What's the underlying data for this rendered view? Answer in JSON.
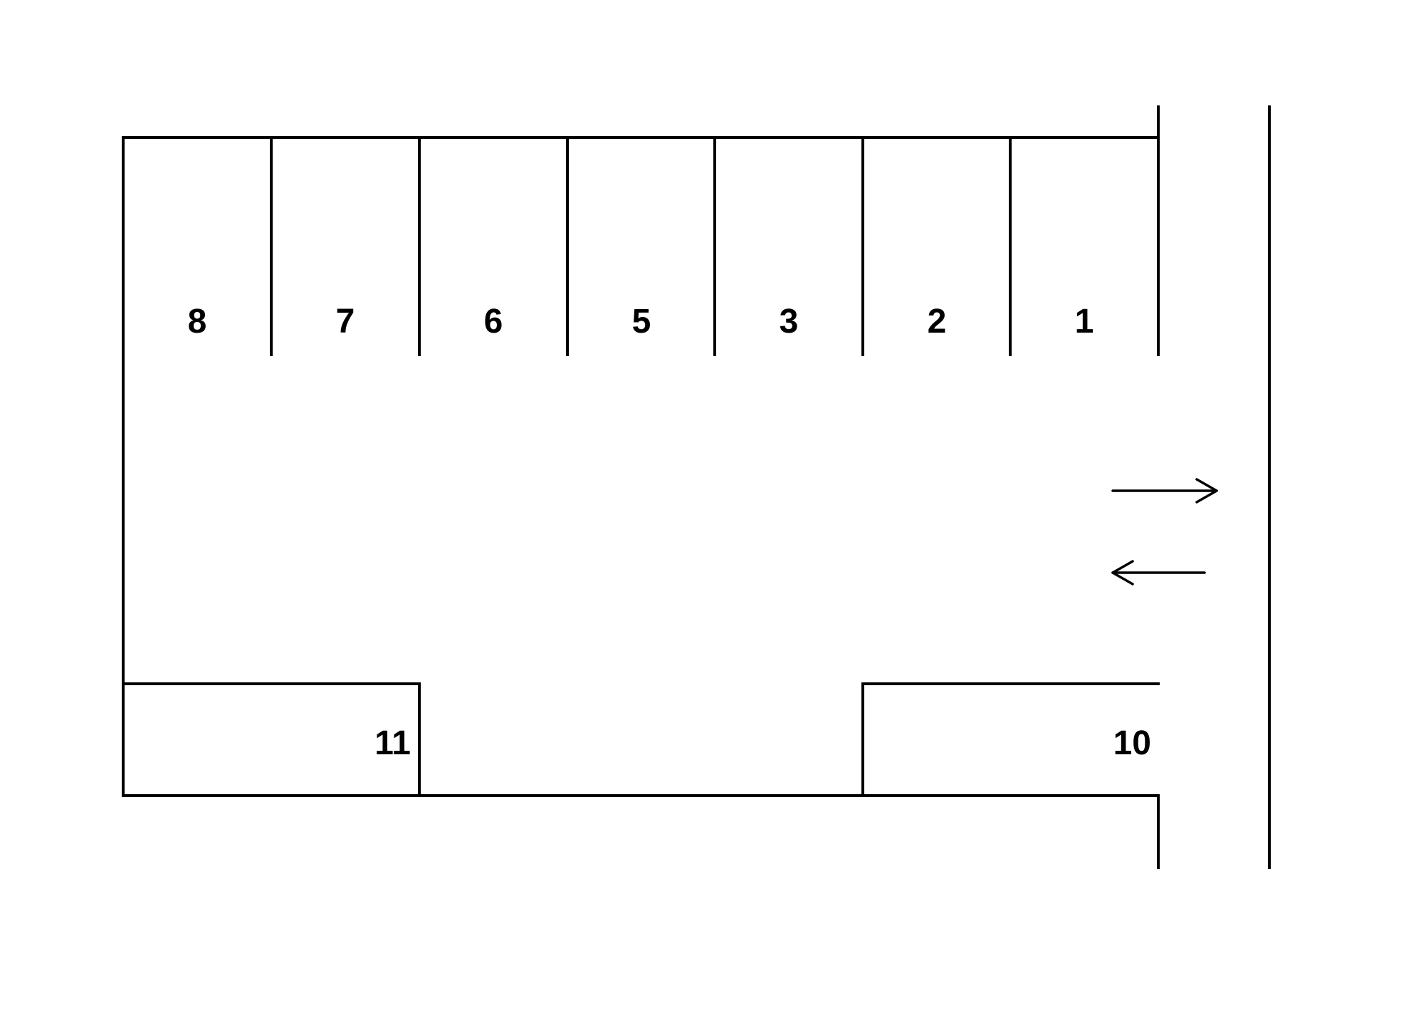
{
  "parking_lot": {
    "top_row_spaces": [
      {
        "label": "8"
      },
      {
        "label": "7"
      },
      {
        "label": "6"
      },
      {
        "label": "5"
      },
      {
        "label": "3"
      },
      {
        "label": "2"
      },
      {
        "label": "1"
      }
    ],
    "bottom_spaces": [
      {
        "label": "11"
      },
      {
        "label": "10"
      }
    ],
    "traffic_arrows": [
      {
        "direction": "right"
      },
      {
        "direction": "left"
      }
    ]
  },
  "colors": {
    "line": "#000000",
    "background": "#ffffff"
  }
}
